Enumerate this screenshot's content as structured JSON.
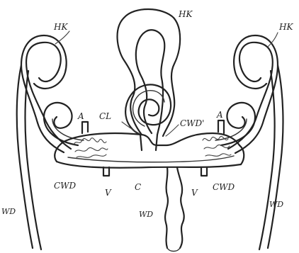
{
  "labels": {
    "hk_top": "HK",
    "hk_left": "HK",
    "hk_right": "HK",
    "a_left": "A",
    "a_right": "A",
    "cl": "CL",
    "cwd_prime": "CWD'",
    "cwd_left": "CWD",
    "cwd_right": "CWD",
    "v_left": "V",
    "v_right": "V",
    "c": "C",
    "wd_left": "WD",
    "wd_right": "WD",
    "wd_bottom": "WD"
  },
  "colors": {
    "ink": "#222222",
    "background": "#ffffff"
  }
}
